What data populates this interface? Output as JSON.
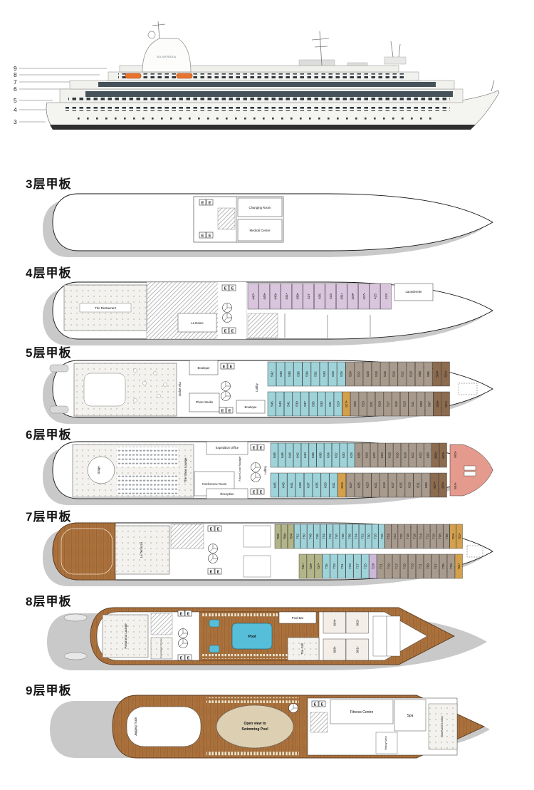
{
  "header": {
    "brand": "SILVERSEA"
  },
  "profile": {
    "deck_numbers": [
      "9",
      "8",
      "7",
      "6",
      "5",
      "4",
      "3"
    ]
  },
  "labels": {
    "elevator": "E"
  },
  "cabin_colors": {
    "teal": "#9fd3da",
    "pink": "#d9c5dd",
    "gray": "#a89a8c",
    "tan": "#d5a04b",
    "olive": "#b2b587",
    "salmon": "#e59a8e",
    "lav": "#ccb8d9",
    "white": "#f3eee7",
    "brown": "#8d6b4e"
  },
  "decks": [
    {
      "num": "3",
      "title": "3层甲板",
      "rooms": {
        "changing_room": "Changing Room",
        "medical_center": "Medical Center"
      }
    },
    {
      "num": "4",
      "title": "4层甲板",
      "rooms": {
        "restaurant": "The Restaurant",
        "la_dame": "La Dame",
        "launderette": "Launderette"
      },
      "cabins_top": [
        {
          "n": "447•",
          "c": "pink"
        },
        {
          "n": "445•",
          "c": "pink"
        },
        {
          "n": "443•",
          "c": "pink"
        },
        {
          "n": "441•",
          "c": "pink"
        },
        {
          "n": "439•",
          "c": "pink"
        },
        {
          "n": "437",
          "c": "pink"
        },
        {
          "n": "435",
          "c": "pink"
        },
        {
          "n": "433",
          "c": "pink"
        },
        {
          "n": "431•",
          "c": "pink"
        },
        {
          "n": "429•",
          "c": "pink"
        },
        {
          "n": "427•",
          "c": "pink"
        },
        {
          "n": "425",
          "c": "pink"
        },
        {
          "n": "423",
          "c": "pink"
        }
      ]
    },
    {
      "num": "5",
      "title": "5层甲板",
      "rooms": {
        "boutique_port": "Boutique",
        "boutique_starboard": "Boutique",
        "photo_studio": "Photo Studio",
        "dolce_vita": "Dolce Vita",
        "lobby": "Lobby"
      },
      "cabins_top": [
        {
          "n": "542",
          "c": "teal"
        },
        {
          "n": "540",
          "c": "teal"
        },
        {
          "n": "538",
          "c": "teal"
        },
        {
          "n": "536",
          "c": "teal"
        },
        {
          "n": "534",
          "c": "teal"
        },
        {
          "n": "532",
          "c": "teal"
        },
        {
          "n": "530",
          "c": "teal"
        },
        {
          "n": "528",
          "c": "teal"
        },
        {
          "n": "526",
          "c": "teal"
        },
        {
          "n": "524",
          "c": "gray"
        },
        {
          "n": "522",
          "c": "gray"
        },
        {
          "n": "520",
          "c": "gray"
        },
        {
          "n": "518",
          "c": "gray"
        },
        {
          "n": "516",
          "c": "gray"
        },
        {
          "n": "514",
          "c": "gray"
        },
        {
          "n": "512",
          "c": "gray"
        },
        {
          "n": "510",
          "c": "gray"
        },
        {
          "n": "508",
          "c": "gray"
        },
        {
          "n": "506",
          "c": "gray"
        },
        {
          "n": "504•",
          "c": "brown"
        },
        {
          "n": "502•",
          "c": "brown"
        }
      ],
      "cabins_bottom": [
        {
          "n": "545",
          "c": "teal"
        },
        {
          "n": "543",
          "c": "teal"
        },
        {
          "n": "541",
          "c": "teal"
        },
        {
          "n": "539",
          "c": "teal"
        },
        {
          "n": "537",
          "c": "teal"
        },
        {
          "n": "535",
          "c": "teal"
        },
        {
          "n": "533",
          "c": "teal"
        },
        {
          "n": "531",
          "c": "teal"
        },
        {
          "n": "529",
          "c": "teal"
        },
        {
          "n": "527•",
          "c": "tan"
        },
        {
          "n": "525",
          "c": "gray"
        },
        {
          "n": "523",
          "c": "gray"
        },
        {
          "n": "521",
          "c": "gray"
        },
        {
          "n": "519",
          "c": "gray"
        },
        {
          "n": "517",
          "c": "gray"
        },
        {
          "n": "515",
          "c": "gray"
        },
        {
          "n": "513",
          "c": "gray"
        },
        {
          "n": "511",
          "c": "gray"
        },
        {
          "n": "509",
          "c": "gray"
        },
        {
          "n": "507",
          "c": "gray"
        },
        {
          "n": "505•",
          "c": "brown"
        },
        {
          "n": "501•",
          "c": "brown"
        }
      ]
    },
    {
      "num": "6",
      "title": "6层甲板",
      "rooms": {
        "stage": "Stage",
        "show_lounge": "The Show Lounge",
        "conference_room": "Conference Room",
        "expedition_office": "Expedition Office",
        "future_cruise": "Future Cruise Manager",
        "lobby": "Lobby",
        "reception": "Reception"
      },
      "bow_suites": [
        {
          "n": "602•"
        },
        {
          "n": "601•"
        }
      ],
      "cabins_top": [
        {
          "n": "648",
          "c": "teal"
        },
        {
          "n": "646",
          "c": "teal"
        },
        {
          "n": "644",
          "c": "teal"
        },
        {
          "n": "642",
          "c": "teal"
        },
        {
          "n": "640",
          "c": "teal"
        },
        {
          "n": "638",
          "c": "teal"
        },
        {
          "n": "636",
          "c": "teal"
        },
        {
          "n": "634",
          "c": "teal"
        },
        {
          "n": "632",
          "c": "teal"
        },
        {
          "n": "630",
          "c": "teal"
        },
        {
          "n": "628",
          "c": "teal"
        },
        {
          "n": "626",
          "c": "gray"
        },
        {
          "n": "624",
          "c": "gray"
        },
        {
          "n": "622",
          "c": "gray"
        },
        {
          "n": "620",
          "c": "gray"
        },
        {
          "n": "618",
          "c": "gray"
        },
        {
          "n": "616",
          "c": "gray"
        },
        {
          "n": "614",
          "c": "gray"
        },
        {
          "n": "612",
          "c": "gray"
        },
        {
          "n": "610",
          "c": "gray"
        },
        {
          "n": "608",
          "c": "gray"
        },
        {
          "n": "606•",
          "c": "brown"
        },
        {
          "n": "604•",
          "c": "brown"
        }
      ],
      "cabins_bottom": [
        {
          "n": "645",
          "c": "teal"
        },
        {
          "n": "643",
          "c": "teal"
        },
        {
          "n": "641",
          "c": "teal"
        },
        {
          "n": "639",
          "c": "teal"
        },
        {
          "n": "637",
          "c": "teal"
        },
        {
          "n": "635",
          "c": "teal"
        },
        {
          "n": "633",
          "c": "teal"
        },
        {
          "n": "631",
          "c": "teal"
        },
        {
          "n": "629•",
          "c": "tan"
        },
        {
          "n": "627",
          "c": "gray"
        },
        {
          "n": "625",
          "c": "gray"
        },
        {
          "n": "623",
          "c": "gray"
        },
        {
          "n": "621",
          "c": "gray"
        },
        {
          "n": "619",
          "c": "gray"
        },
        {
          "n": "617",
          "c": "gray"
        },
        {
          "n": "615",
          "c": "gray"
        },
        {
          "n": "613",
          "c": "gray"
        },
        {
          "n": "611",
          "c": "gray"
        },
        {
          "n": "609",
          "c": "gray"
        },
        {
          "n": "607•",
          "c": "brown"
        },
        {
          "n": "605•",
          "c": "brown"
        }
      ]
    },
    {
      "num": "7",
      "title": "7层甲板",
      "rooms": {
        "la_terrazza": "La Terrazza"
      },
      "cabins_top": [
        {
          "n": "758•",
          "c": "olive"
        },
        {
          "n": "756•",
          "c": "olive"
        },
        {
          "n": "754•",
          "c": "olive"
        },
        {
          "n": "752",
          "c": "teal"
        },
        {
          "n": "750",
          "c": "teal"
        },
        {
          "n": "748",
          "c": "teal"
        },
        {
          "n": "746",
          "c": "teal"
        },
        {
          "n": "744",
          "c": "teal"
        },
        {
          "n": "742",
          "c": "teal"
        },
        {
          "n": "740",
          "c": "teal"
        },
        {
          "n": "738",
          "c": "teal"
        },
        {
          "n": "736",
          "c": "teal"
        },
        {
          "n": "734",
          "c": "teal"
        },
        {
          "n": "732",
          "c": "teal"
        },
        {
          "n": "730",
          "c": "teal"
        },
        {
          "n": "728",
          "c": "teal"
        },
        {
          "n": "726",
          "c": "teal"
        },
        {
          "n": "724",
          "c": "gray"
        },
        {
          "n": "722",
          "c": "gray"
        },
        {
          "n": "720",
          "c": "gray"
        },
        {
          "n": "718",
          "c": "gray"
        },
        {
          "n": "716",
          "c": "gray"
        },
        {
          "n": "714",
          "c": "gray"
        },
        {
          "n": "712",
          "c": "gray"
        },
        {
          "n": "710",
          "c": "gray"
        },
        {
          "n": "708",
          "c": "gray"
        },
        {
          "n": "706",
          "c": "gray"
        },
        {
          "n": "704•",
          "c": "tan"
        },
        {
          "n": "702•",
          "c": "tan"
        }
      ],
      "cabins_bottom": [
        {
          "n": "741•",
          "c": "olive"
        },
        {
          "n": "739•",
          "c": "olive"
        },
        {
          "n": "737•",
          "c": "olive"
        },
        {
          "n": "735",
          "c": "teal"
        },
        {
          "n": "733",
          "c": "teal"
        },
        {
          "n": "731",
          "c": "teal"
        },
        {
          "n": "729",
          "c": "teal"
        },
        {
          "n": "727",
          "c": "teal"
        },
        {
          "n": "725",
          "c": "teal"
        },
        {
          "n": "723•",
          "c": "lav"
        },
        {
          "n": "721",
          "c": "gray"
        },
        {
          "n": "719",
          "c": "gray"
        },
        {
          "n": "717",
          "c": "gray"
        },
        {
          "n": "715",
          "c": "gray"
        },
        {
          "n": "713",
          "c": "gray"
        },
        {
          "n": "711",
          "c": "gray"
        },
        {
          "n": "709",
          "c": "gray"
        },
        {
          "n": "707",
          "c": "gray"
        },
        {
          "n": "705",
          "c": "gray"
        },
        {
          "n": "703",
          "c": "gray"
        },
        {
          "n": "701•",
          "c": "tan"
        }
      ]
    },
    {
      "num": "8",
      "title": "8层甲板",
      "rooms": {
        "panorama_lounge": "Panorama Lounge",
        "connoisseurs": "Connoisseur's Corner",
        "pool": "Pool",
        "pool_bar": "Pool Bar",
        "grill": "The Grill"
      },
      "cabins_top": [
        {
          "n": "804•",
          "c": "white"
        },
        {
          "n": "802•",
          "c": "white"
        }
      ],
      "cabins_bottom": [
        {
          "n": "805•",
          "c": "white"
        },
        {
          "n": "801•",
          "c": "white"
        }
      ]
    },
    {
      "num": "9",
      "title": "9层甲板",
      "rooms": {
        "jogging_track": "Jogging Track",
        "pool_view_line1": "Open view to",
        "pool_view_line2": "Swimming Pool",
        "fitness": "Fitness Centre",
        "spa": "Spa",
        "beauty_salon": "Beauty Salon",
        "observation_library": "Observation Library"
      }
    }
  ]
}
